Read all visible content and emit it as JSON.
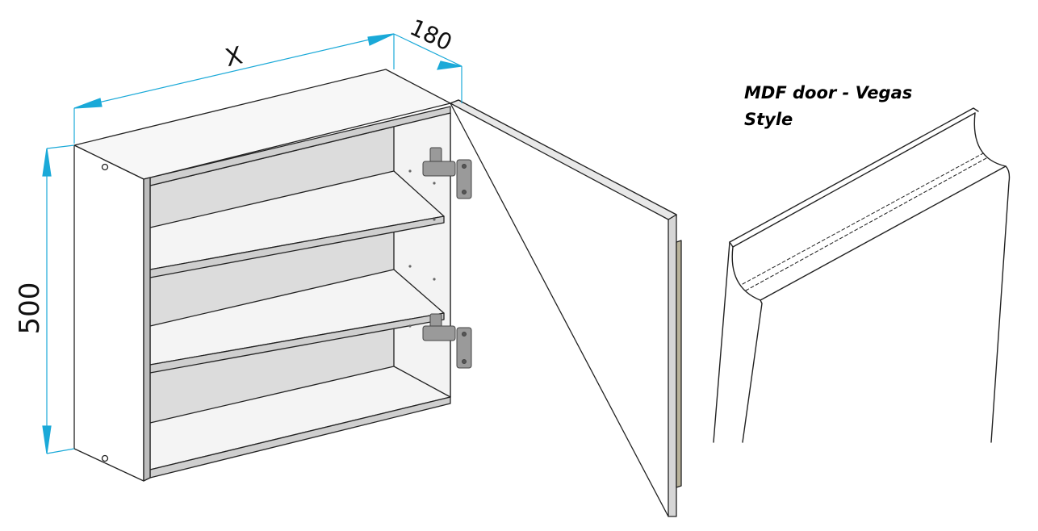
{
  "dimensions": {
    "width_label": "X",
    "depth_label": "180",
    "height_label": "500"
  },
  "caption": {
    "line1": "MDF door - Vegas",
    "line2": "Style"
  },
  "colors": {
    "dimension_line": "#1aa9d8",
    "outline": "#222222",
    "panel_face": "#ffffff",
    "panel_edge": "#c8c8c8",
    "interior": "#dcdcdc",
    "hinge": "#8a8a8a"
  }
}
